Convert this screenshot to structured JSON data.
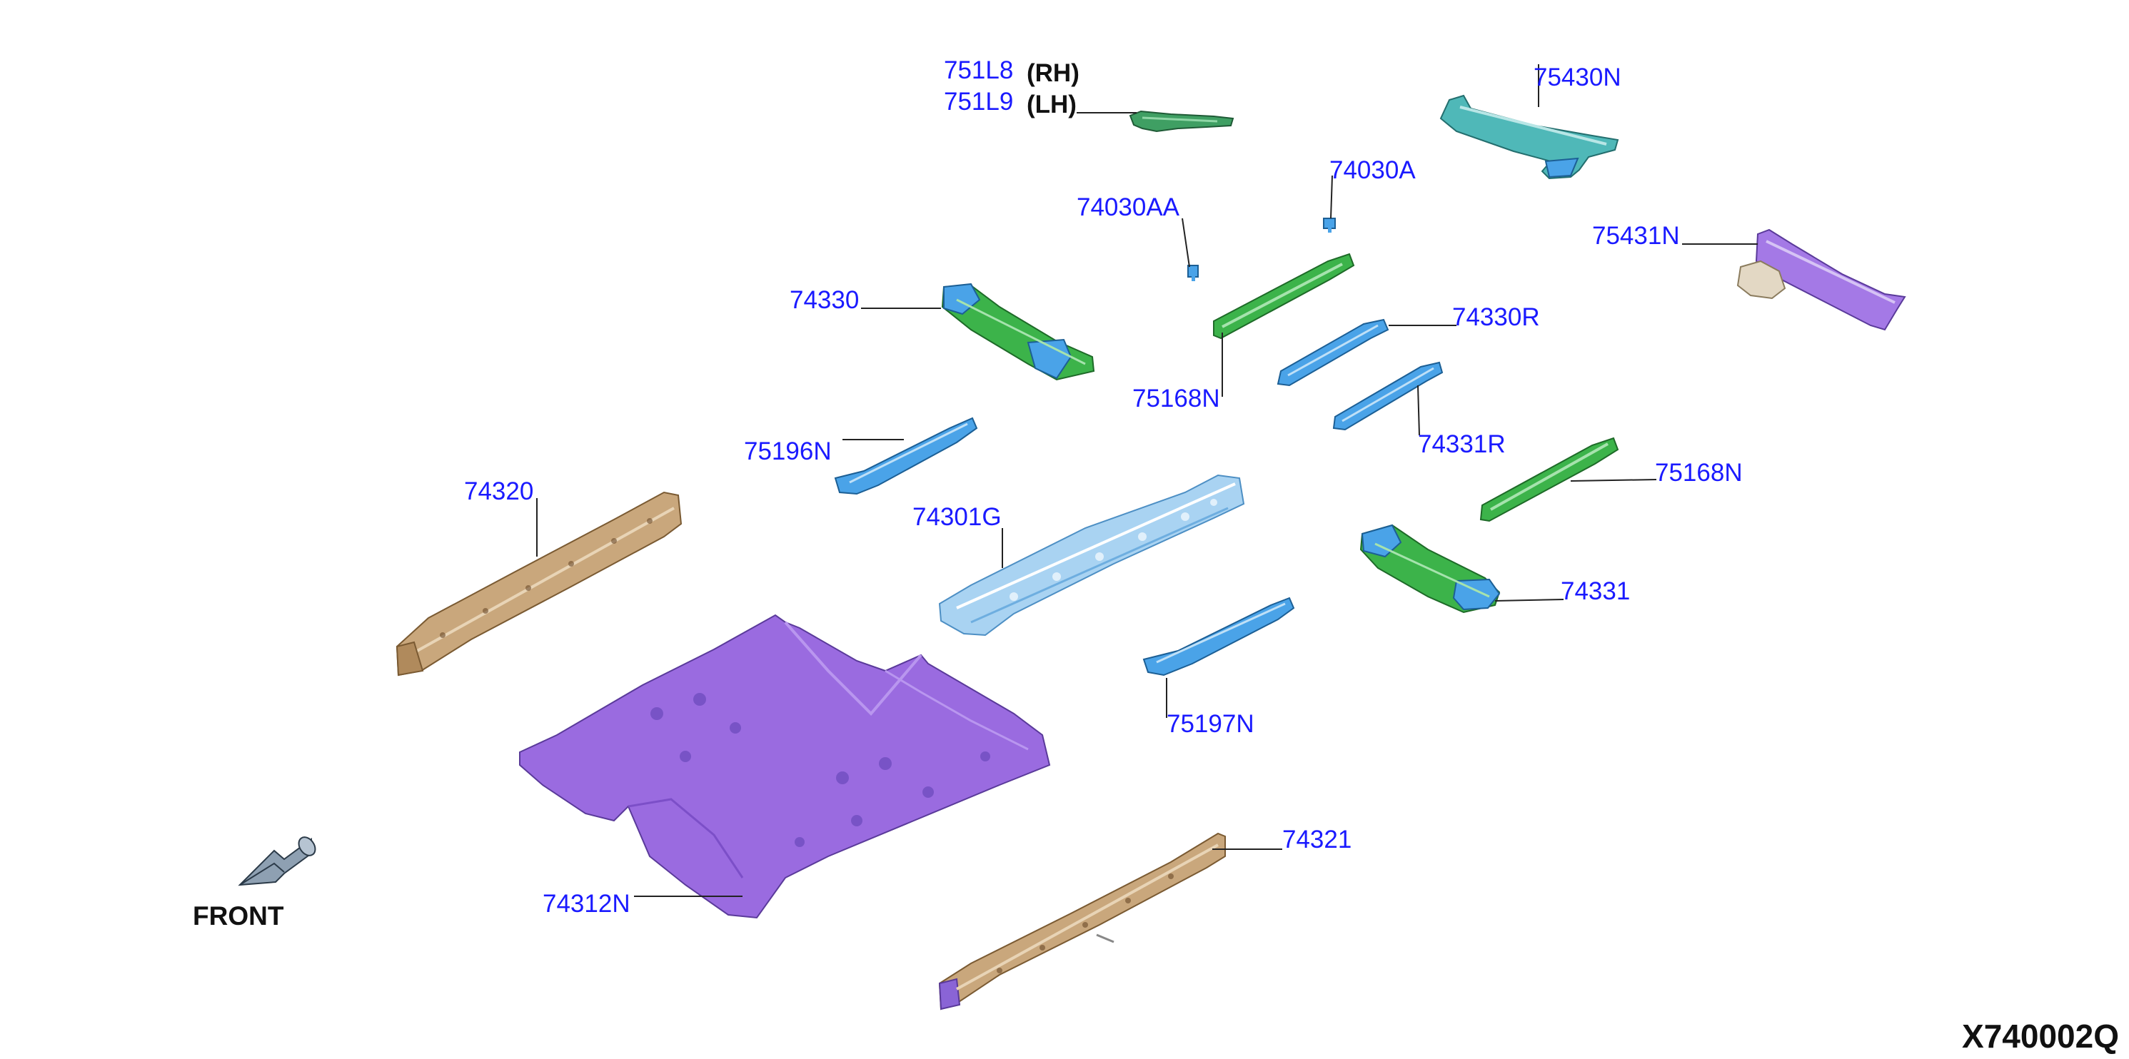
{
  "colors": {
    "callout_text": "#1a1aff",
    "floor_purple": "#9a6be0",
    "sill_tan": "#c9a77c",
    "part_blue": "#4aa3e8",
    "part_green": "#3cb34a",
    "part_teal": "#4fb8b8",
    "part_light_blue": "#a9d3f2",
    "part_violet": "#a479e6"
  },
  "callouts": {
    "c751l8": "751L8",
    "c751l9": "751L9",
    "rh": "(RH)",
    "lh": "(LH)",
    "c75430n": "75430N",
    "c74030a": "74030A",
    "c74030aa": "74030AA",
    "c75431n": "75431N",
    "c74330": "74330",
    "c74330r": "74330R",
    "c75168n_upper": "75168N",
    "c75196n": "75196N",
    "c74331r": "74331R",
    "c75168n_right": "75168N",
    "c74320": "74320",
    "c74301g": "74301G",
    "c74331": "74331",
    "c75197n": "75197N",
    "c74321": "74321",
    "c74312n": "74312N"
  },
  "front_label": "FRONT",
  "front_icon": "front-arrow-icon",
  "diagram_code": "X740002Q"
}
